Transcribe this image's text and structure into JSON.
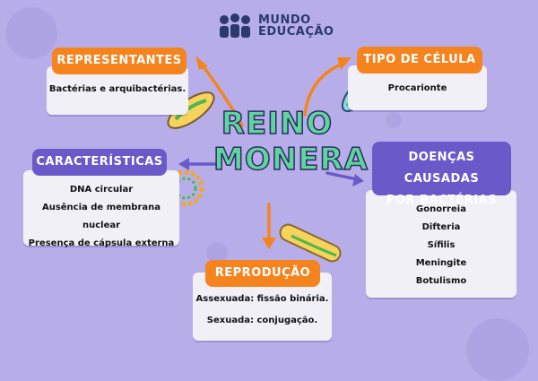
{
  "logo": {
    "line1": "MUNDO",
    "line2": "EDUCAÇÃO"
  },
  "title": {
    "line1": "REINO",
    "line2": "MONERA"
  },
  "representantes": {
    "label": "REPRESENTANTES",
    "text": "Bactérias e arquibactérias."
  },
  "tipo_celula": {
    "label": "TIPO DE CÉLULA",
    "text": "Procarionte"
  },
  "caracteristicas": {
    "label": "CARACTERÍSTICAS",
    "items": [
      "DNA circular",
      "Ausência de membrana nuclear",
      "Presença de cápsula externa"
    ]
  },
  "doencas": {
    "label_line1": "DOENÇAS CAUSADAS",
    "label_line2": "POR BACTÉRIAS",
    "items": [
      "Gonorreia",
      "Difteria",
      "Sífilis",
      "Meningite",
      "Botulismo"
    ]
  },
  "reproducao": {
    "label": "REPRODUÇÃO",
    "items": [
      "Assexuada: fissão binária.",
      "Sexuada: conjugação."
    ]
  },
  "colors": {
    "background": "#b7aee9",
    "orange": "#f5841f",
    "purple": "#6a5ac9",
    "title_green": "#5ed69a"
  }
}
